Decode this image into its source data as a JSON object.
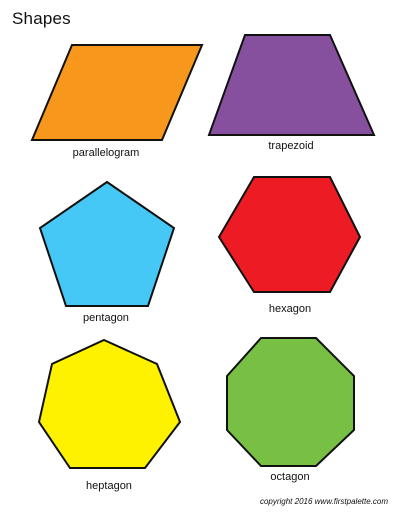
{
  "title": "Shapes",
  "shapes": [
    {
      "name": "parallelogram",
      "label": "parallelogram",
      "color": "#F7981D"
    },
    {
      "name": "trapezoid",
      "label": "trapezoid",
      "color": "#87509F"
    },
    {
      "name": "pentagon",
      "label": "pentagon",
      "color": "#45C8F5"
    },
    {
      "name": "hexagon",
      "label": "hexagon",
      "color": "#ED1C24"
    },
    {
      "name": "heptagon",
      "label": "heptagon",
      "color": "#FFF200"
    },
    {
      "name": "octagon",
      "label": "octagon",
      "color": "#77C043"
    }
  ],
  "copyright": "copyright 2016 www.firstpalette.com"
}
